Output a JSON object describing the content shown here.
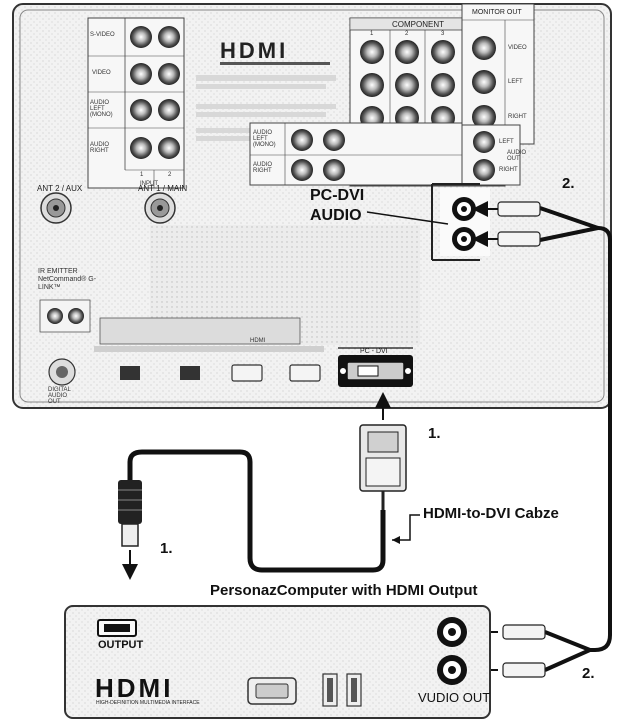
{
  "labels": {
    "pc_dvi_audio_line1": "PC-DVI",
    "pc_dvi_audio_line2": "AUDIO",
    "callout_2_top": "2.",
    "callout_1_mid": "1.",
    "callout_1_left": "1.",
    "callout_2_bottom": "2.",
    "cable_label": "HDMI-to-DVI Cabze",
    "computer_title": "PersonazComputer with HDMI Output",
    "output_label": "OUTPUT",
    "audio_out_label": "VUDIO OUT",
    "pc_dvi_port_label": "PC - DVI"
  },
  "tv_panel": {
    "hdmi_logo": "HDMI",
    "component_header": "COMPONENT",
    "component_cols": [
      "1",
      "2",
      "3"
    ],
    "monitor_out_header": "MONITOR OUT",
    "monitor_out_rows": [
      "VIDEO",
      "LEFT",
      "RIGHT"
    ],
    "left_rows": [
      "S-VIDEO",
      "VIDEO",
      "AUDIO LEFT (MONO)",
      "AUDIO RIGHT"
    ],
    "input_label": "INPUT",
    "input_cols": [
      "1",
      "2"
    ],
    "audio_rows": [
      "AUDIO LEFT (MONO)",
      "AUDIO RIGHT"
    ],
    "audio_out_side": "AUDIO OUT",
    "side_rows": [
      "LEFT",
      "RIGHT"
    ],
    "ant2": "ANT 2 / AUX",
    "ant1": "ANT 1 / MAIN",
    "ir_emitter": "IR EMITTER NetCommand® G-LINK™",
    "hdmi_strip": "HDMI",
    "digital_audio": "DIGITAL AUDIO OUT"
  },
  "computer_panel": {
    "hdmi_logo": "HDMI",
    "hdmi_tagline": "HIGH-DEFINITION MULTIMEDIA INTERFACE"
  }
}
